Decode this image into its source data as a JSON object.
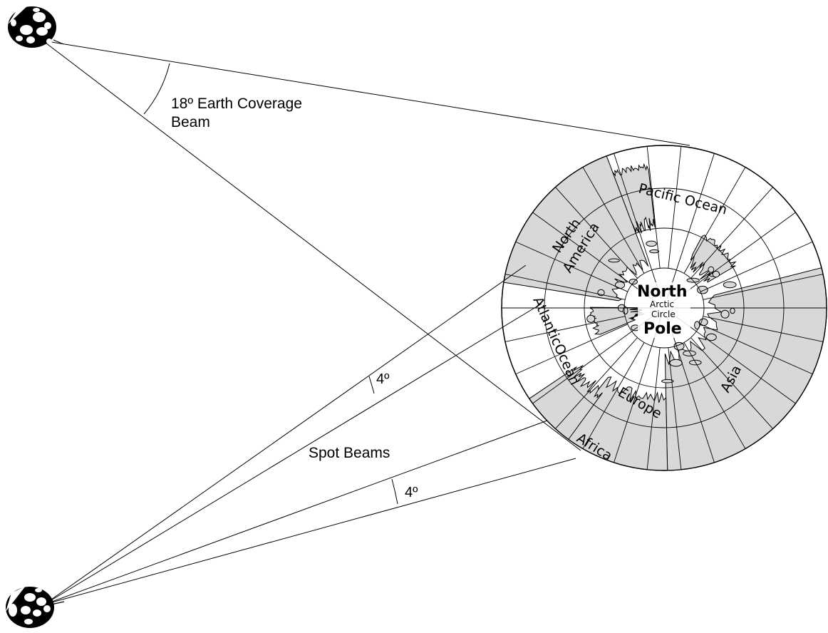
{
  "colors": {
    "line": "#000000",
    "land": "#d8d8d8",
    "ocean": "#ffffff",
    "background": "#ffffff"
  },
  "icons": {
    "satellite_top": "satellite-icon",
    "satellite_bottom": "satellite-icon"
  },
  "labels": {
    "earth_beam_line1": "18º Earth Coverage",
    "earth_beam_line2": "Beam",
    "spot_beams": "Spot Beams",
    "spot_angle_upper": "4º",
    "spot_angle_lower": "4º"
  },
  "map": {
    "pacific": "Pacific Ocean",
    "north_america_1": "North",
    "north_america_2": "America",
    "atlantic": "AtlanticOcean",
    "europe": "Europe",
    "asia": "Asia",
    "africa": "Africa",
    "pole_1": "North",
    "pole_2": "Pole",
    "arctic_1": "Arctic",
    "arctic_2": "Circle"
  }
}
